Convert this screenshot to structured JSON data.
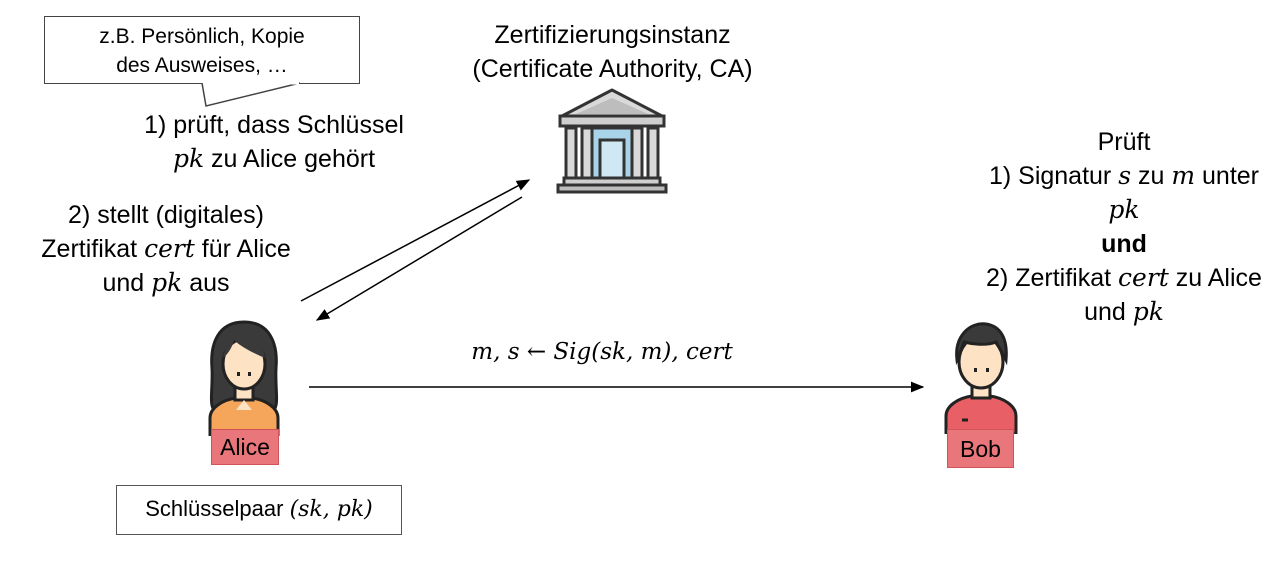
{
  "ca": {
    "line1": "Zertifizierungsinstanz",
    "line2": "(Certificate Authority, CA)",
    "icon": "bank-building-icon"
  },
  "speech_bubble": {
    "line1": "z.B. Persönlich, Kopie",
    "line2": "des Ausweises, …"
  },
  "step1": {
    "line1": "1) prüft, dass Schlüssel",
    "pk": "pk",
    "line2_rest": " zu Alice gehört"
  },
  "step2": {
    "line1": "2) stellt (digitales)",
    "line2_pre": "Zertifikat ",
    "cert": "cert",
    "line2_post": " für Alice",
    "line3_pre": "und ",
    "pk": "pk",
    "line3_post": " aus"
  },
  "alice": {
    "label": "Alice",
    "icon": "woman-avatar-icon"
  },
  "bob": {
    "label": "Bob",
    "icon": "man-avatar-icon"
  },
  "message": {
    "text": "m, s ← Sig(sk, m), cert"
  },
  "keypair": {
    "pre": "Schlüsselpaar ",
    "math": "(sk, pk)"
  },
  "bob_checks": {
    "title": "Prüft",
    "l1_pre": "1) Signatur ",
    "s": "s",
    "l1_mid": " zu ",
    "m": "m",
    "l1_post": " unter",
    "pk1": "pk",
    "and": "und",
    "l3_pre": "2) Zertifikat ",
    "cert": "cert",
    "l3_post": " zu Alice",
    "l4_pre": "und ",
    "pk2": "pk"
  },
  "colors": {
    "name_box": "#e8767a",
    "alice_shirt": "#f5a65b",
    "bob_shirt": "#e85f66",
    "skin": "#fde2c4",
    "hair": "#3a3a3a",
    "building_glass": "#a8d3e8"
  }
}
